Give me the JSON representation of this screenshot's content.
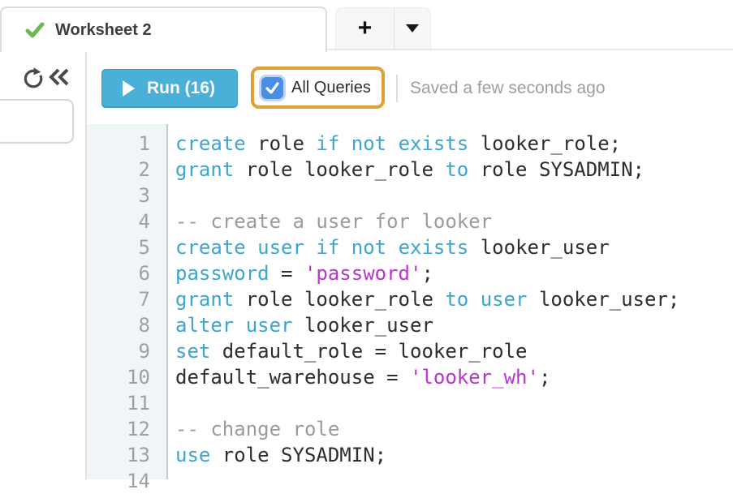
{
  "colors": {
    "run_bg": "#4bb0d8",
    "run_border": "#3a9cc2",
    "highlight": "#e0a033",
    "checkbox": "#4a90e2",
    "keyword": "#3ba6d1",
    "string": "#ba33cf",
    "comment": "#9b9b9b",
    "code_text": "#2d2d2d",
    "muted": "#9e9e9e",
    "gutter_bg": "#f0f5f8",
    "check_green": "#6cb853"
  },
  "tab_bar": {
    "active_tab_label": "Worksheet 2",
    "new_tab_label": "+"
  },
  "toolbar": {
    "run_label": "Run (16)",
    "all_queries_label": "All Queries",
    "all_queries_checked": true,
    "saved_status": "Saved a few seconds ago"
  },
  "editor": {
    "lines": [
      {
        "number": 1,
        "tokens": [
          [
            "k",
            "create"
          ],
          [
            "p",
            " role "
          ],
          [
            "k",
            "if"
          ],
          [
            "p",
            " "
          ],
          [
            "k",
            "not"
          ],
          [
            "p",
            " "
          ],
          [
            "k",
            "exists"
          ],
          [
            "p",
            " looker_role;"
          ]
        ]
      },
      {
        "number": 2,
        "tokens": [
          [
            "k",
            "grant"
          ],
          [
            "p",
            " role looker_role "
          ],
          [
            "k",
            "to"
          ],
          [
            "p",
            " role SYSADMIN;"
          ]
        ]
      },
      {
        "number": 3,
        "tokens": []
      },
      {
        "number": 4,
        "tokens": [
          [
            "c",
            "-- create a user for looker"
          ]
        ]
      },
      {
        "number": 5,
        "tokens": [
          [
            "k",
            "create"
          ],
          [
            "p",
            " "
          ],
          [
            "k",
            "user"
          ],
          [
            "p",
            " "
          ],
          [
            "k",
            "if"
          ],
          [
            "p",
            " "
          ],
          [
            "k",
            "not"
          ],
          [
            "p",
            " "
          ],
          [
            "k",
            "exists"
          ],
          [
            "p",
            " looker_user"
          ]
        ]
      },
      {
        "number": 6,
        "tokens": [
          [
            "k",
            "password"
          ],
          [
            "p",
            " = "
          ],
          [
            "s",
            "'password'"
          ],
          [
            "p",
            ";"
          ]
        ]
      },
      {
        "number": 7,
        "tokens": [
          [
            "k",
            "grant"
          ],
          [
            "p",
            " role looker_role "
          ],
          [
            "k",
            "to"
          ],
          [
            "p",
            " "
          ],
          [
            "k",
            "user"
          ],
          [
            "p",
            " looker_user;"
          ]
        ]
      },
      {
        "number": 8,
        "tokens": [
          [
            "k",
            "alter"
          ],
          [
            "p",
            " "
          ],
          [
            "k",
            "user"
          ],
          [
            "p",
            " looker_user"
          ]
        ]
      },
      {
        "number": 9,
        "tokens": [
          [
            "k",
            "set"
          ],
          [
            "p",
            " default_role = looker_role"
          ]
        ]
      },
      {
        "number": 10,
        "tokens": [
          [
            "p",
            "default_warehouse = "
          ],
          [
            "s",
            "'looker_wh'"
          ],
          [
            "p",
            ";"
          ]
        ]
      },
      {
        "number": 11,
        "tokens": []
      },
      {
        "number": 12,
        "tokens": [
          [
            "c",
            "-- change role"
          ]
        ]
      },
      {
        "number": 13,
        "tokens": [
          [
            "k",
            "use"
          ],
          [
            "p",
            " role SYSADMIN;"
          ]
        ]
      },
      {
        "number": 14,
        "tokens": []
      }
    ]
  }
}
